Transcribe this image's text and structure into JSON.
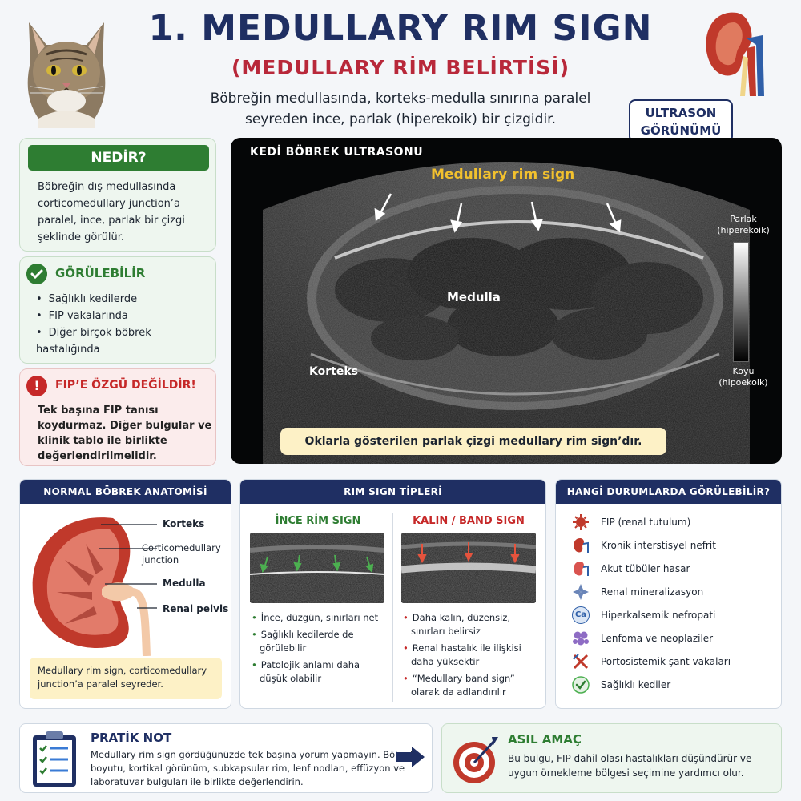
{
  "header": {
    "title": "1. MEDULLARY RIM SIGN",
    "subtitle": "(MEDULLARY RİM BELİRTİSİ)",
    "lead_line1": "Böbreğin medullasında, korteks-medulla sınırına paralel",
    "lead_line2": "seyreden ince, parlak (hiperekoik) bir çizgidir.",
    "badge_line1": "ULTRASON",
    "badge_line2": "GÖRÜNÜMÜ"
  },
  "nedir": {
    "heading": "NEDİR?",
    "text": "Böbreğin dış medullasında corticomedullary junction’a paralel, ince, parlak bir çizgi şeklinde görülür."
  },
  "gorulebilir": {
    "heading": "GÖRÜLEBİLİR",
    "items": [
      "Sağlıklı kedilerde",
      "FIP vakalarında",
      "Diğer birçok böbrek hastalığında"
    ]
  },
  "fip_warning": {
    "heading": "FIP’E ÖZGÜ DEĞİLDİR!",
    "text": "Tek başına FIP tanısı koydurmaz. Diğer bulgular ve klinik tablo ile birlikte değerlendirilmelidir."
  },
  "ultrasound": {
    "title": "KEDİ BÖBREK ULTRASONU",
    "rim_label": "Medullary rim sign",
    "medulla_label": "Medulla",
    "korteks_label": "Korteks",
    "scale_top_1": "Parlak",
    "scale_top_2": "(hiperekoik)",
    "scale_bottom_1": "Koyu",
    "scale_bottom_2": "(hipoekoik)",
    "caption": "Oklarla gösterilen parlak çizgi medullary rim sign’dır."
  },
  "anatomy": {
    "heading": "NORMAL BÖBREK ANATOMİSİ",
    "labels": {
      "korteks": "Korteks",
      "cmj_1": "Corticomedullary",
      "cmj_2": "junction",
      "medulla": "Medulla",
      "pelvis": "Renal pelvis"
    },
    "note": "Medullary rim sign, corticomedullary junction’a paralel seyreder."
  },
  "rim_types": {
    "heading": "RIM SIGN TİPLERİ",
    "thin": {
      "title": "İNCE RİM SIGN",
      "items": [
        "İnce, düzgün, sınırları net",
        "Sağlıklı kedilerde de görülebilir",
        "Patolojik anlamı daha düşük olabilir"
      ]
    },
    "thick": {
      "title": "KALIN / BAND SIGN",
      "items": [
        "Daha kalın, düzensiz, sınırları belirsiz",
        "Renal hastalık ile ilişkisi daha yüksektir",
        "“Medullary band sign” olarak da adlandırılır"
      ]
    }
  },
  "cases": {
    "heading": "HANGİ DURUMLARDA GÖRÜLEBİLİR?",
    "items": [
      {
        "label": "FIP (renal tutulum)",
        "icon": "virus-icon"
      },
      {
        "label": "Kronik interstisyel nefrit",
        "icon": "kidney-icon"
      },
      {
        "label": "Akut tübüler hasar",
        "icon": "kidney-icon"
      },
      {
        "label": "Renal mineralizasyon",
        "icon": "crystal-icon"
      },
      {
        "label": "Hiperkalsemik nefropati",
        "icon": "calcium-icon",
        "icon_text": "Ca"
      },
      {
        "label": "Lenfoma ve neoplaziler",
        "icon": "cells-icon"
      },
      {
        "label": "Portosistemik şant vakaları",
        "icon": "vessel-icon"
      },
      {
        "label": "Sağlıklı kediler",
        "icon": "check-icon"
      }
    ]
  },
  "pratik_not": {
    "heading": "PRATİK NOT",
    "text": "Medullary rim sign gördüğünüzde tek başına yorum yapmayın. Böbrek boyutu, kortikal görünüm, subkapsular rim, lenf nodları, effüzyon ve laboratuvar bulguları ile birlikte değerlendirin."
  },
  "asil_amac": {
    "heading": "ASIL AMAÇ",
    "text": "Bu bulgu, FIP dahil olası hastalıkları düşündürür ve uygun örnekleme bölgesi seçimine yardımcı olur."
  },
  "colors": {
    "navy": "#1f2f63",
    "red": "#b8283a",
    "green": "#2e7d32",
    "yellow": "#f2c12e",
    "cream": "#fdf1c6"
  }
}
